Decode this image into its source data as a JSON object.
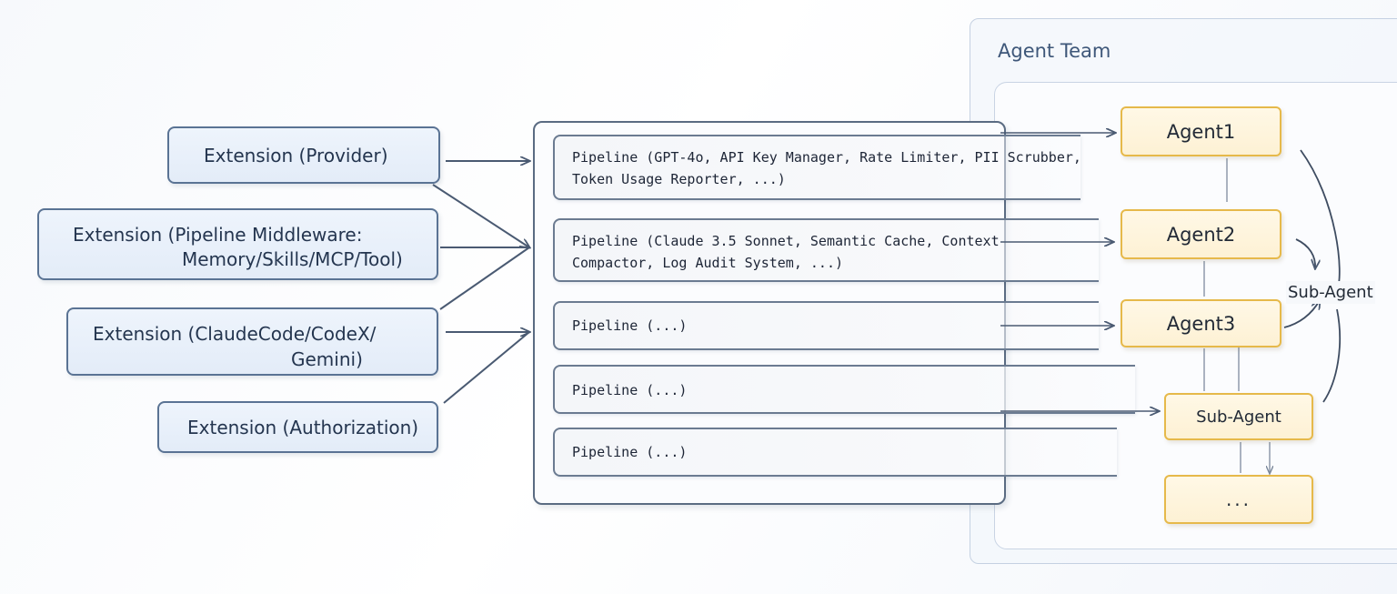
{
  "extensions": [
    {
      "line1": "Extension (Provider)",
      "line2": ""
    },
    {
      "line1": "Extension (Pipeline Middleware:",
      "line2": "Memory/Skills/MCP/Tool)"
    },
    {
      "line1": "Extension (ClaudeCode/CodeX/",
      "line2": "Gemini)"
    },
    {
      "line1": "Extension (Authorization)",
      "line2": ""
    }
  ],
  "pipelines": [
    {
      "line1": "Pipeline (GPT-4o, API Key Manager, Rate Limiter, PII Scrubber,",
      "line2": "Token Usage Reporter, ...)"
    },
    {
      "line1": "Pipeline (Claude 3.5 Sonnet, Semantic Cache, Context",
      "line2": "Compactor, Log Audit System, ...)"
    },
    {
      "line1": "Pipeline (...)",
      "line2": ""
    },
    {
      "line1": "Pipeline (...)",
      "line2": ""
    },
    {
      "line1": "Pipeline (...)",
      "line2": ""
    }
  ],
  "agent_team": {
    "title": "Agent Team",
    "agents": [
      "Agent1",
      "Agent2",
      "Agent3"
    ],
    "sub_agent": "Sub-Agent",
    "more": "...",
    "sub_agent_label": "Sub-Agent"
  },
  "colors": {
    "extension_border": "#5a7394",
    "agent_border": "#e6b94a",
    "connector": "#4a5a72"
  }
}
